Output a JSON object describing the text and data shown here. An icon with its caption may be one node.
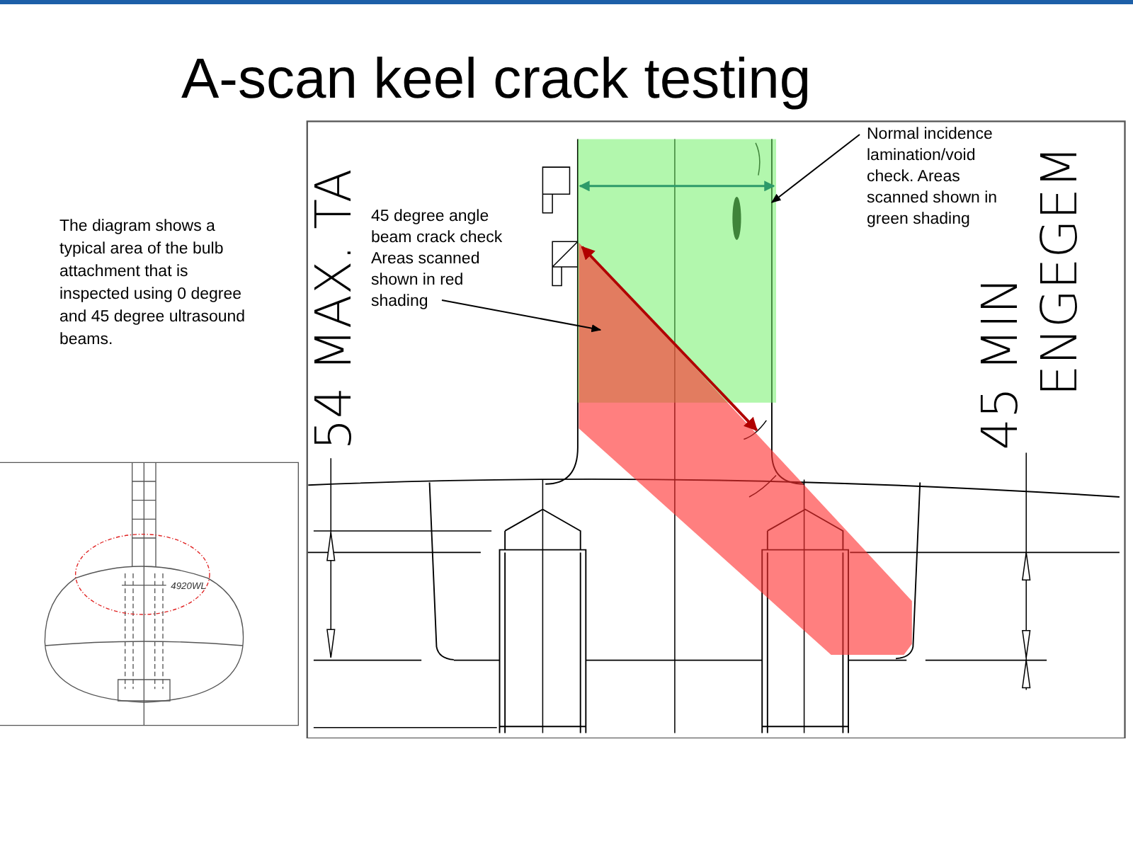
{
  "diagram": {
    "title": "A-scan keel crack testing",
    "nodes": [
      {
        "text": [
          "45 degree  angle beam crack check Areas scanned shown in red shading"
        ]
      },
      {
        "text": [],
        "shape": "band"
      },
      {
        "text": [
          "Normal incidence lamination/void check.  Areas scanned shown in green shading"
        ]
      },
      {
        "text": [],
        "shape": "box"
      }
    ],
    "edges": [
      {
        "from": 0,
        "to": 1,
        "arrow": "to"
      },
      {
        "from": 2,
        "to": 3,
        "arrow": "to"
      }
    ],
    "labels": [
      "The diagram shows a typical area of the bulb attachment that is inspected using 0 degree and 45 degree ultrasound beams.",
      "54 MAX. TA",
      "45 MIN",
      "ENGEGEM",
      "4920WL"
    ]
  }
}
